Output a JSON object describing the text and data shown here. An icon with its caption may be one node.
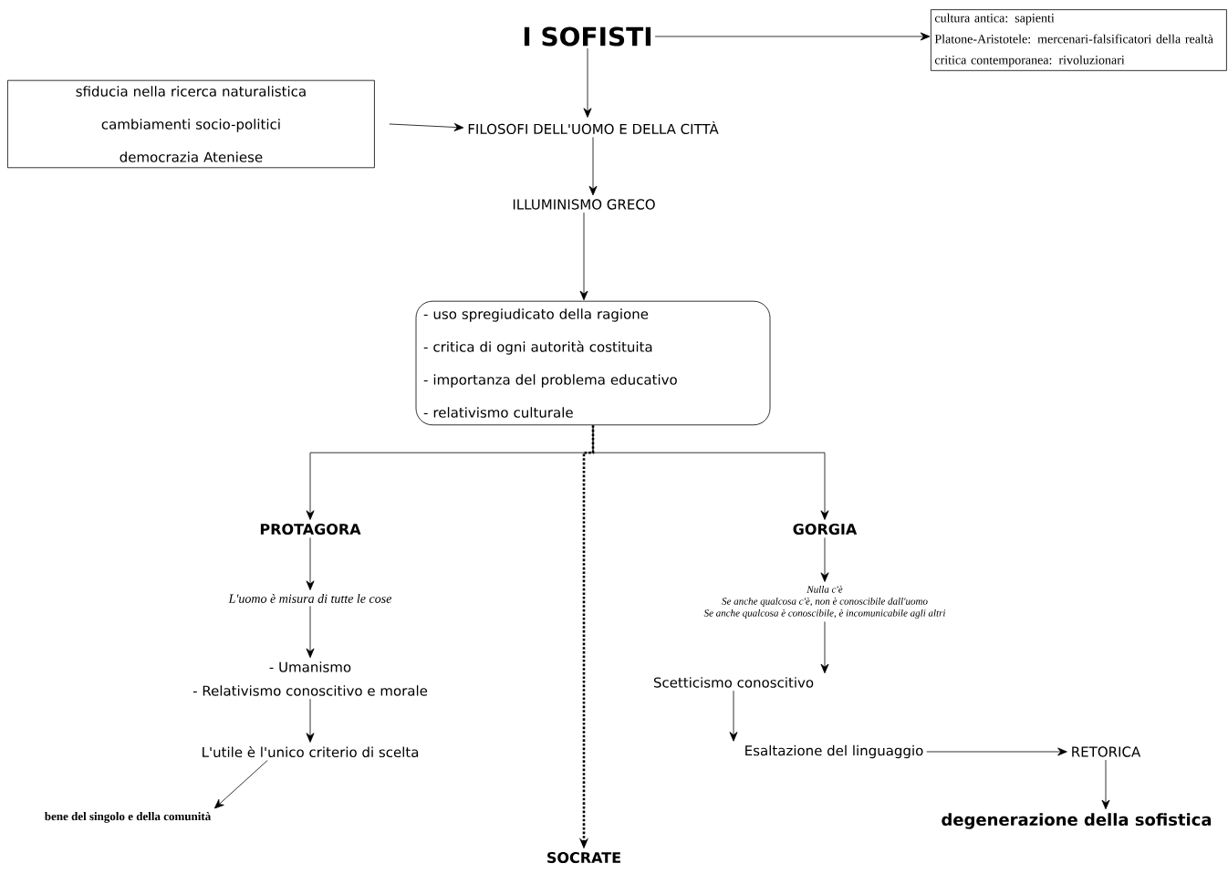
{
  "diagram": {
    "nodes": [
      {
        "text": [
          "I SOFISTI"
        ]
      },
      {
        "text": [
          "cultura antica: sapienti",
          "Platone-Aristotele: mercenari-falsificatori della realtà",
          "critica contemporanea: rivoluzionari"
        ]
      },
      {
        "text": [
          "sfiducia nella ricerca naturalistica",
          "cambiamenti socio-politici",
          "democrazia Ateniese"
        ]
      },
      {
        "text": [
          "FILOSOFI DELL'UOMO E DELLA CITTÀ"
        ]
      },
      {
        "text": [
          "ILLUMINISMO GRECO"
        ]
      },
      {
        "text": [
          "- uso spregiudicato della ragione",
          "- critica di ogni autorità costituita",
          "- importanza del problema educativo",
          "- relativismo culturale"
        ]
      },
      {
        "text": [
          "PROTAGORA"
        ]
      },
      {
        "text": [
          "L'uomo è misura di tutte le cose"
        ]
      },
      {
        "text": [
          "- Umanismo",
          "- Relativismo conoscitivo e morale"
        ]
      },
      {
        "text": [
          "L'utile è l'unico criterio di scelta"
        ]
      },
      {
        "text": [
          "bene del singolo e della comunità"
        ]
      },
      {
        "text": [
          "SOCRATE"
        ]
      },
      {
        "text": [
          "GORGIA"
        ]
      },
      {
        "text": [
          "Nulla c'è",
          "Se anche qualcosa c'è, non è conoscibile dall'uomo",
          "Se anche qualcosa è conoscibile, è incomunicabile agli altri"
        ]
      },
      {
        "text": [
          "Scetticismo conoscitivo"
        ]
      },
      {
        "text": [
          "Esaltazione del linguaggio"
        ]
      },
      {
        "text": [
          "RETORICA"
        ]
      },
      {
        "text": [
          "degenerazione della sofistica"
        ]
      }
    ],
    "edges": [
      {
        "from": 0,
        "to": 1,
        "arrow": "to"
      },
      {
        "from": 0,
        "to": 3,
        "arrow": "to"
      },
      {
        "from": 2,
        "to": 3,
        "arrow": "to"
      },
      {
        "from": 3,
        "to": 4,
        "arrow": "to"
      },
      {
        "from": 4,
        "to": 5,
        "arrow": "to"
      },
      {
        "from": 5,
        "to": 6,
        "arrow": "to"
      },
      {
        "from": 5,
        "to": 11,
        "arrow": "to",
        "style": "dashed"
      },
      {
        "from": 5,
        "to": 12,
        "arrow": "to"
      },
      {
        "from": 6,
        "to": 7,
        "arrow": "to"
      },
      {
        "from": 7,
        "to": 8,
        "arrow": "to"
      },
      {
        "from": 8,
        "to": 9,
        "arrow": "to"
      },
      {
        "from": 9,
        "to": 10,
        "arrow": "to"
      },
      {
        "from": 12,
        "to": 13,
        "arrow": "to"
      },
      {
        "from": 13,
        "to": 14,
        "arrow": "to"
      },
      {
        "from": 14,
        "to": 15,
        "arrow": "to"
      },
      {
        "from": 15,
        "to": 16,
        "arrow": "to"
      },
      {
        "from": 16,
        "to": 17,
        "arrow": "to"
      }
    ]
  }
}
